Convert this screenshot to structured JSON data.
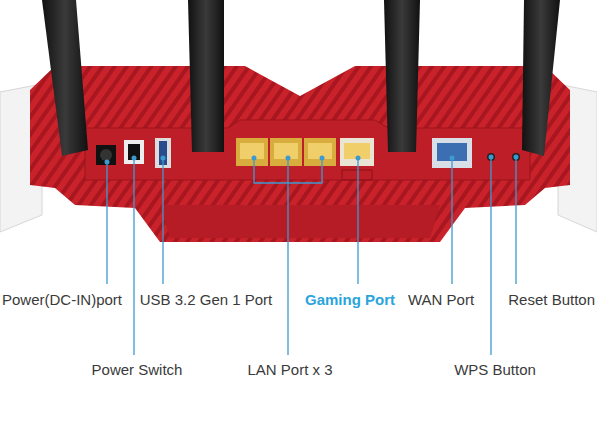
{
  "diagram": {
    "labels": [
      "Power(DC-IN)port",
      "USB 3.2 Gen 1 Port",
      "Gaming Port",
      "WAN Port",
      "Reset Button",
      "Power Switch",
      "LAN Port x 3",
      "WPS Button"
    ]
  }
}
